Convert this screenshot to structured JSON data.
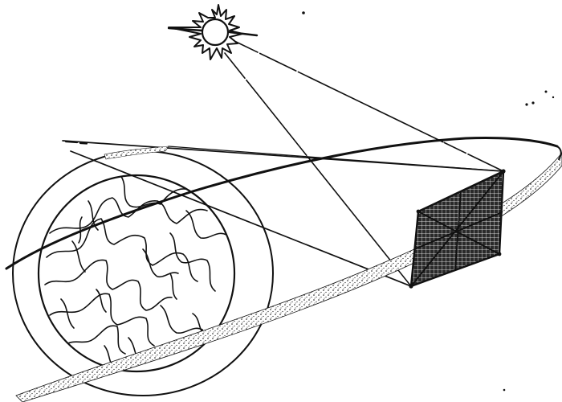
{
  "figure": {
    "subject": "satellite-solar-power-station-diagram",
    "style": "black-ink-line-drawing",
    "ink_color": "#111111",
    "background_color": "#ffffff",
    "components": [
      "sun",
      "earth",
      "earth-atmosphere-ring",
      "orbit-path",
      "stippled-orbit-band",
      "solar-panel-array",
      "sunlight-rays",
      "transmission-beams",
      "stars"
    ]
  }
}
